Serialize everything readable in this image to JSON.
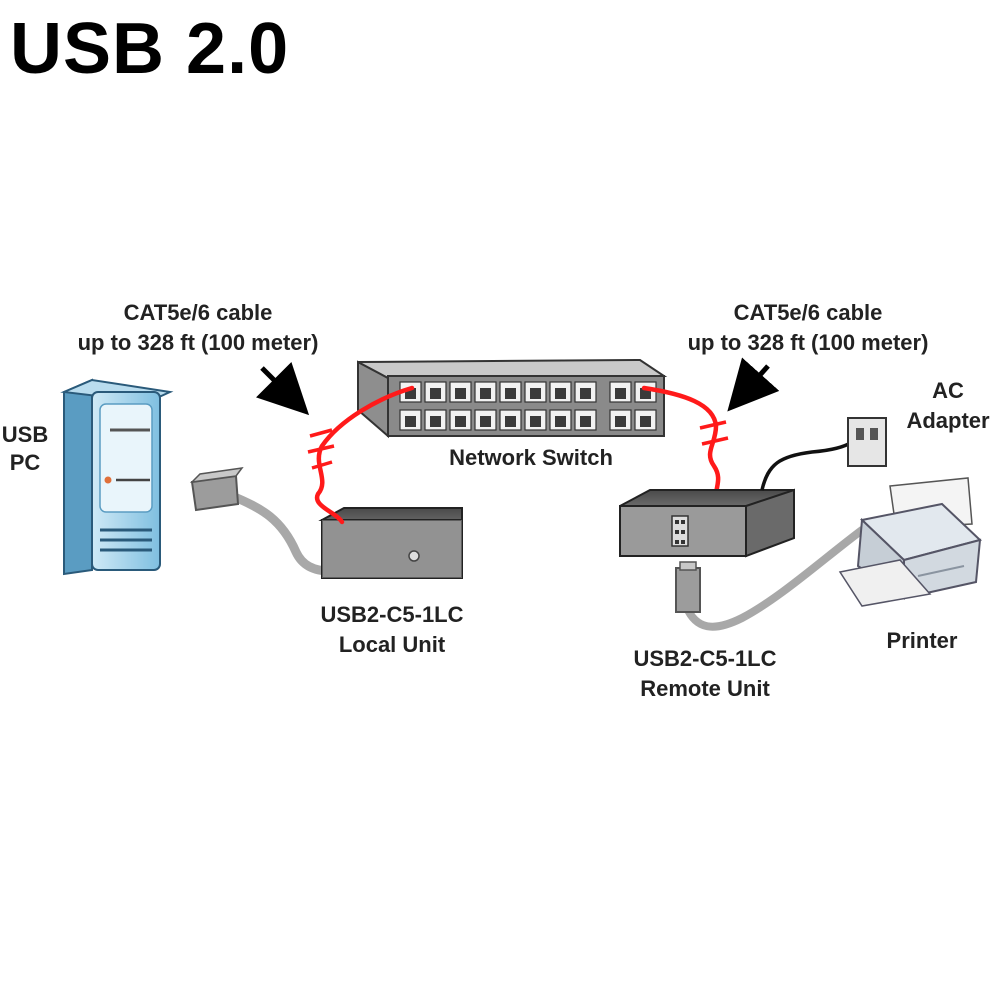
{
  "title": "USB 2.0",
  "labels": {
    "cable_left_line1": "CAT5e/6 cable",
    "cable_left_line2": "up to 328 ft (100 meter)",
    "cable_right_line1": "CAT5e/6 cable",
    "cable_right_line2": "up to 328 ft (100 meter)",
    "pc_line1": "USB",
    "pc_line2": "PC",
    "switch": "Network Switch",
    "ac_line1": "AC",
    "ac_line2": "Adapter",
    "local_line1": "USB2-C5-1LC",
    "local_line2": "Local Unit",
    "remote_line1": "USB2-C5-1LC",
    "remote_line2": "Remote Unit",
    "printer": "Printer"
  },
  "colors": {
    "cat_cable": "#ff1a1a",
    "usb_cable": "#a8a8a8",
    "pc_body": "#8ec8e6",
    "unit_gray": "#8a8a8a"
  }
}
